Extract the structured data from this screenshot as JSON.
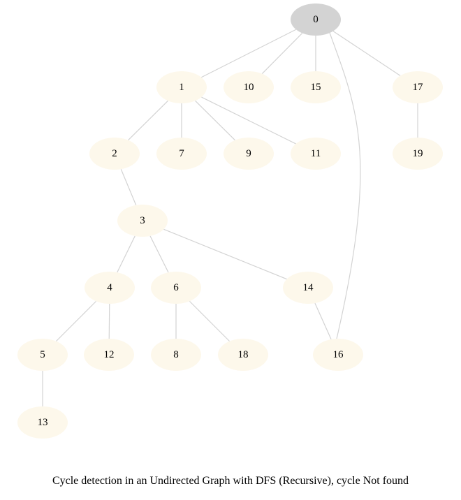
{
  "graph": {
    "caption": "Cycle detection in an Undirected Graph with DFS (Recursive), cycle Not found",
    "colors": {
      "root_fill": "#d3d3d3",
      "node_fill": "#fdf8eb",
      "edge": "#d3d3d3",
      "text": "#000000"
    },
    "nodes": [
      {
        "id": "0",
        "label": "0",
        "root": true
      },
      {
        "id": "1",
        "label": "1"
      },
      {
        "id": "10",
        "label": "10"
      },
      {
        "id": "15",
        "label": "15"
      },
      {
        "id": "17",
        "label": "17"
      },
      {
        "id": "2",
        "label": "2"
      },
      {
        "id": "7",
        "label": "7"
      },
      {
        "id": "9",
        "label": "9"
      },
      {
        "id": "11",
        "label": "11"
      },
      {
        "id": "19",
        "label": "19"
      },
      {
        "id": "3",
        "label": "3"
      },
      {
        "id": "4",
        "label": "4"
      },
      {
        "id": "6",
        "label": "6"
      },
      {
        "id": "14",
        "label": "14"
      },
      {
        "id": "5",
        "label": "5"
      },
      {
        "id": "12",
        "label": "12"
      },
      {
        "id": "8",
        "label": "8"
      },
      {
        "id": "18",
        "label": "18"
      },
      {
        "id": "16",
        "label": "16"
      },
      {
        "id": "13",
        "label": "13"
      }
    ],
    "edges": [
      [
        "0",
        "1"
      ],
      [
        "0",
        "10"
      ],
      [
        "0",
        "15"
      ],
      [
        "0",
        "17"
      ],
      [
        "0",
        "16"
      ],
      [
        "1",
        "2"
      ],
      [
        "1",
        "7"
      ],
      [
        "1",
        "9"
      ],
      [
        "1",
        "11"
      ],
      [
        "17",
        "19"
      ],
      [
        "2",
        "3"
      ],
      [
        "3",
        "4"
      ],
      [
        "3",
        "6"
      ],
      [
        "3",
        "14"
      ],
      [
        "4",
        "5"
      ],
      [
        "4",
        "12"
      ],
      [
        "6",
        "8"
      ],
      [
        "6",
        "18"
      ],
      [
        "14",
        "16"
      ],
      [
        "5",
        "13"
      ]
    ]
  }
}
